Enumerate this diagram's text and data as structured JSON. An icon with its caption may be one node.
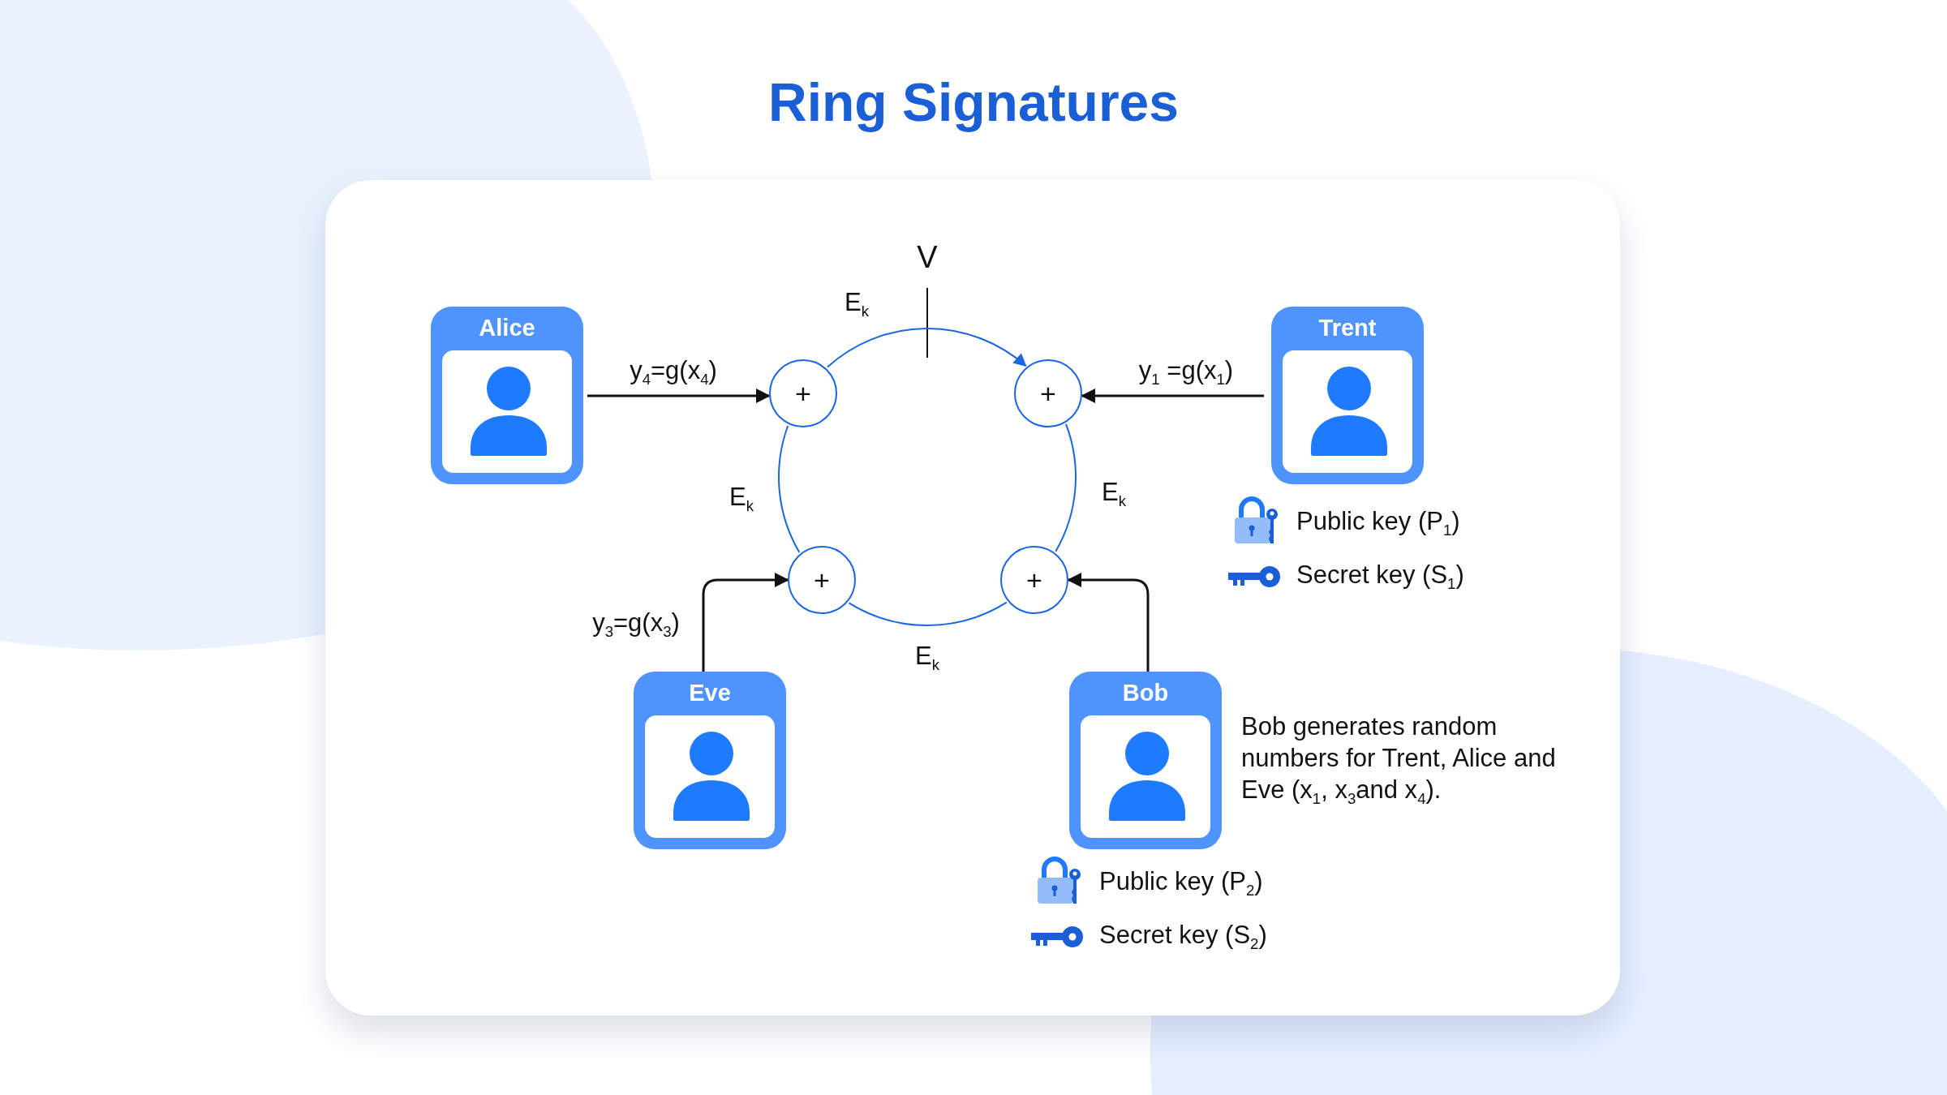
{
  "diagram": {
    "title": "Ring Signatures",
    "nodes": [
      {
        "text": [
          "Alice"
        ]
      },
      {
        "text": [
          "Trent"
        ],
        "beside": [
          "Public key (P$_{1}$)",
          "Secret key (S$_{1}$)"
        ]
      },
      {
        "text": [
          "Eve"
        ]
      },
      {
        "text": [
          "Bob"
        ],
        "beside": [
          "Bob generates random numbers for Trent, Alice and Eve (x$_{1}$, x$_{3}$and x$_{4}$).",
          "Public key (P$_{2}$)",
          "Secret key (S$_{2}$)"
        ]
      },
      {
        "text": [
          "+"
        ]
      },
      {
        "text": [
          "+"
        ]
      },
      {
        "text": [
          "+"
        ]
      },
      {
        "text": [
          "+"
        ]
      }
    ],
    "edges": [
      {
        "from": 0,
        "to": 4,
        "arrow": "to",
        "label": "y$_{4}$=g(x$_{4}$)"
      },
      {
        "from": 1,
        "to": 5,
        "arrow": "to",
        "label": "y$_{1}$ =g(x$_{1}$)"
      },
      {
        "from": 2,
        "to": 6,
        "arrow": "to",
        "label": "y$_{3}$=g(x$_{3}$)"
      },
      {
        "from": 3,
        "to": 7,
        "arrow": "to"
      },
      {
        "from": 4,
        "to": 5,
        "arrow": "to",
        "label": "E$_{k}$",
        "color": "#1a66e0"
      },
      {
        "from": 5,
        "to": 7,
        "arrow": "none",
        "label": "E$_{k}$",
        "color": "#1a66e0"
      },
      {
        "from": 7,
        "to": 6,
        "arrow": "none",
        "label": "E$_{k}$",
        "color": "#1a66e0"
      },
      {
        "from": 6,
        "to": 4,
        "arrow": "none",
        "label": "E$_{k}$",
        "color": "#1a66e0"
      }
    ],
    "labels": [
      "V"
    ]
  }
}
